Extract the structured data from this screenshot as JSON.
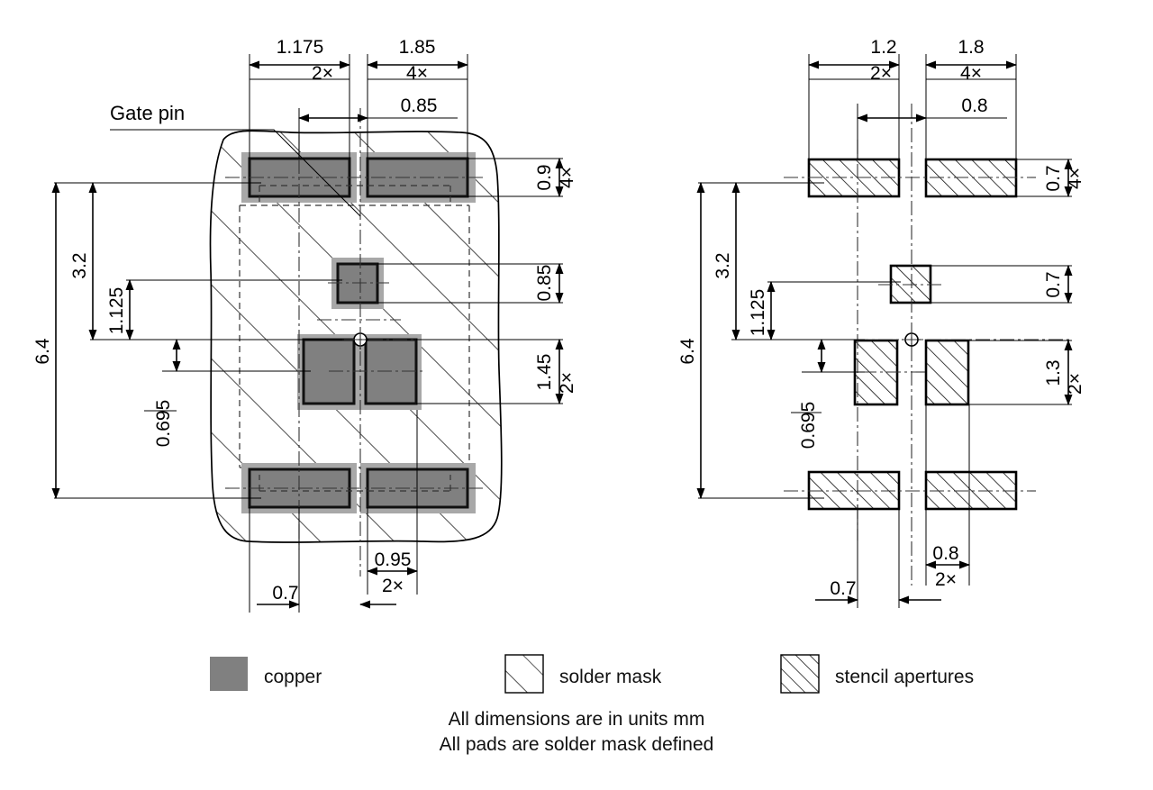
{
  "title_note_lines": [
    "All dimensions are in units mm",
    "All pads are solder mask defined"
  ],
  "annotations": {
    "gate_pin_label": "Gate pin"
  },
  "legend": {
    "items": [
      {
        "key": "copper",
        "label": "copper",
        "swatch": "solid-gray",
        "color": "#808080"
      },
      {
        "key": "solder_mask",
        "label": "solder mask",
        "swatch": "sparse-diagonal-hatch",
        "color": "#ffffff"
      },
      {
        "key": "stencil_apertures",
        "label": "stencil apertures",
        "swatch": "dense-diagonal-hatch",
        "color": "#ffffff"
      }
    ]
  },
  "views": {
    "left": {
      "name": "copper-and-solder-mask-view",
      "dimensions": {
        "top": [
          {
            "value": "1.175",
            "qty": "2×"
          },
          {
            "value": "1.85",
            "qty": "4×"
          },
          {
            "value": "0.85",
            "qty": ""
          }
        ],
        "left": [
          {
            "value": "6.4",
            "qty": ""
          },
          {
            "value": "3.2",
            "qty": ""
          },
          {
            "value": "1.125",
            "qty": ""
          },
          {
            "value": "0.695",
            "qty": ""
          }
        ],
        "right": [
          {
            "value": "0.9",
            "qty": "4×"
          },
          {
            "value": "0.85",
            "qty": ""
          },
          {
            "value": "1.45",
            "qty": "2×"
          }
        ],
        "bottom": [
          {
            "value": "0.7",
            "qty": ""
          },
          {
            "value": "0.95",
            "qty": "2×"
          }
        ]
      }
    },
    "right": {
      "name": "stencil-aperture-view",
      "dimensions": {
        "top": [
          {
            "value": "1.2",
            "qty": "2×"
          },
          {
            "value": "1.8",
            "qty": "4×"
          },
          {
            "value": "0.8",
            "qty": ""
          }
        ],
        "left": [
          {
            "value": "6.4",
            "qty": ""
          },
          {
            "value": "3.2",
            "qty": ""
          },
          {
            "value": "1.125",
            "qty": ""
          },
          {
            "value": "0.695",
            "qty": ""
          }
        ],
        "right": [
          {
            "value": "0.7",
            "qty": "4×"
          },
          {
            "value": "0.7",
            "qty": ""
          },
          {
            "value": "1.3",
            "qty": "2×"
          }
        ],
        "bottom": [
          {
            "value": "0.7",
            "qty": ""
          },
          {
            "value": "0.8",
            "qty": "2×"
          }
        ]
      }
    }
  },
  "text": {
    "t_1_175": "1.175",
    "t_2x_a": "2×",
    "t_1_85": "1.85",
    "t_4x_a": "4×",
    "t_0_85_top": "0.85",
    "t_6_4": "6.4",
    "t_3_2": "3.2",
    "t_1_125": "1.125",
    "t_0_695": "0.695",
    "t_0_9": "0.9",
    "t_4x_r": "4×",
    "t_0_85_r": "0.85",
    "t_1_45": "1.45",
    "t_2x_r": "2×",
    "t_0_7_bot": "0.7",
    "t_0_95": "0.95",
    "t_2x_bot": "2×",
    "r_1_2": "1.2",
    "r_2x_a": "2×",
    "r_1_8": "1.8",
    "r_4x_a": "4×",
    "r_0_8_top": "0.8",
    "r_6_4": "6.4",
    "r_3_2": "3.2",
    "r_1_125": "1.125",
    "r_0_695": "0.695",
    "r_0_7_a": "0.7",
    "r_4x_r": "4×",
    "r_0_7_b": "0.7",
    "r_1_3": "1.3",
    "r_2x_r": "2×",
    "r_0_8_bot": "0.8",
    "r_2x_bot": "2×",
    "r_0_7_bot": "0.7",
    "gate_pin": "Gate pin",
    "legend_copper": "copper",
    "legend_mask": "solder mask",
    "legend_stencil": "stencil apertures",
    "note1": "All dimensions are in units mm",
    "note2": "All pads are solder mask defined"
  }
}
